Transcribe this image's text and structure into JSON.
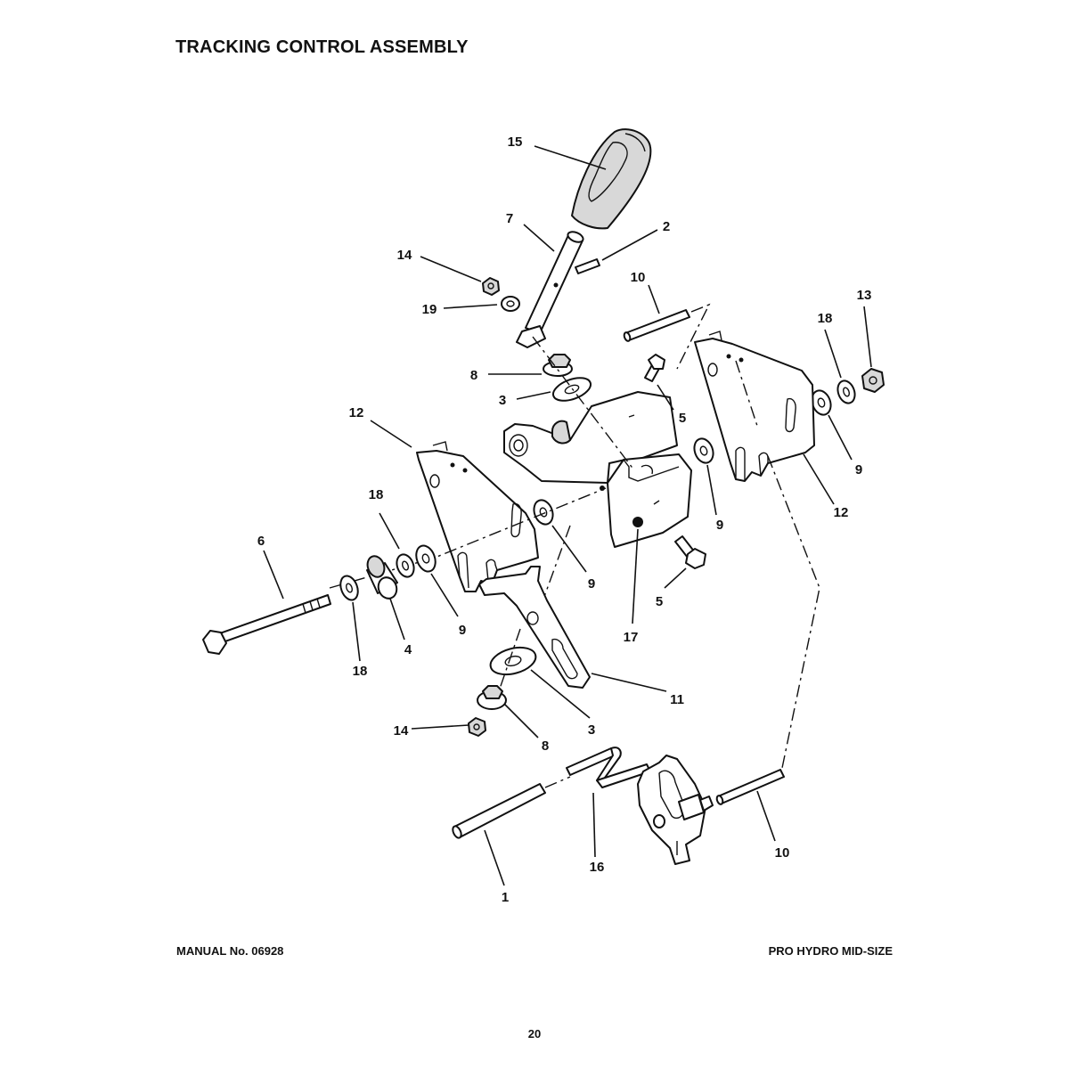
{
  "header": {
    "title": "TRACKING CONTROL ASSEMBLY"
  },
  "footer": {
    "manual": "MANUAL No. 06928",
    "model": "PRO HYDRO MID-SIZE",
    "page": "20"
  },
  "callouts": [
    {
      "id": "c15",
      "label": "15"
    },
    {
      "id": "c7",
      "label": "7"
    },
    {
      "id": "c2",
      "label": "2"
    },
    {
      "id": "c14a",
      "label": "14"
    },
    {
      "id": "c19",
      "label": "19"
    },
    {
      "id": "c10a",
      "label": "10"
    },
    {
      "id": "c13",
      "label": "13"
    },
    {
      "id": "c18a",
      "label": "18"
    },
    {
      "id": "c8a",
      "label": "8"
    },
    {
      "id": "c3a",
      "label": "3"
    },
    {
      "id": "c5a",
      "label": "5"
    },
    {
      "id": "c12a",
      "label": "12"
    },
    {
      "id": "c9a",
      "label": "9"
    },
    {
      "id": "c12b",
      "label": "12"
    },
    {
      "id": "c9b",
      "label": "9"
    },
    {
      "id": "c18b",
      "label": "18"
    },
    {
      "id": "c6",
      "label": "6"
    },
    {
      "id": "c9c",
      "label": "9"
    },
    {
      "id": "c5b",
      "label": "5"
    },
    {
      "id": "c17",
      "label": "17"
    },
    {
      "id": "c9d",
      "label": "9"
    },
    {
      "id": "c4",
      "label": "4"
    },
    {
      "id": "c18c",
      "label": "18"
    },
    {
      "id": "c11",
      "label": "11"
    },
    {
      "id": "c3b",
      "label": "3"
    },
    {
      "id": "c8b",
      "label": "8"
    },
    {
      "id": "c14b",
      "label": "14"
    },
    {
      "id": "c16",
      "label": "16"
    },
    {
      "id": "c10b",
      "label": "10"
    },
    {
      "id": "c1",
      "label": "1"
    }
  ]
}
